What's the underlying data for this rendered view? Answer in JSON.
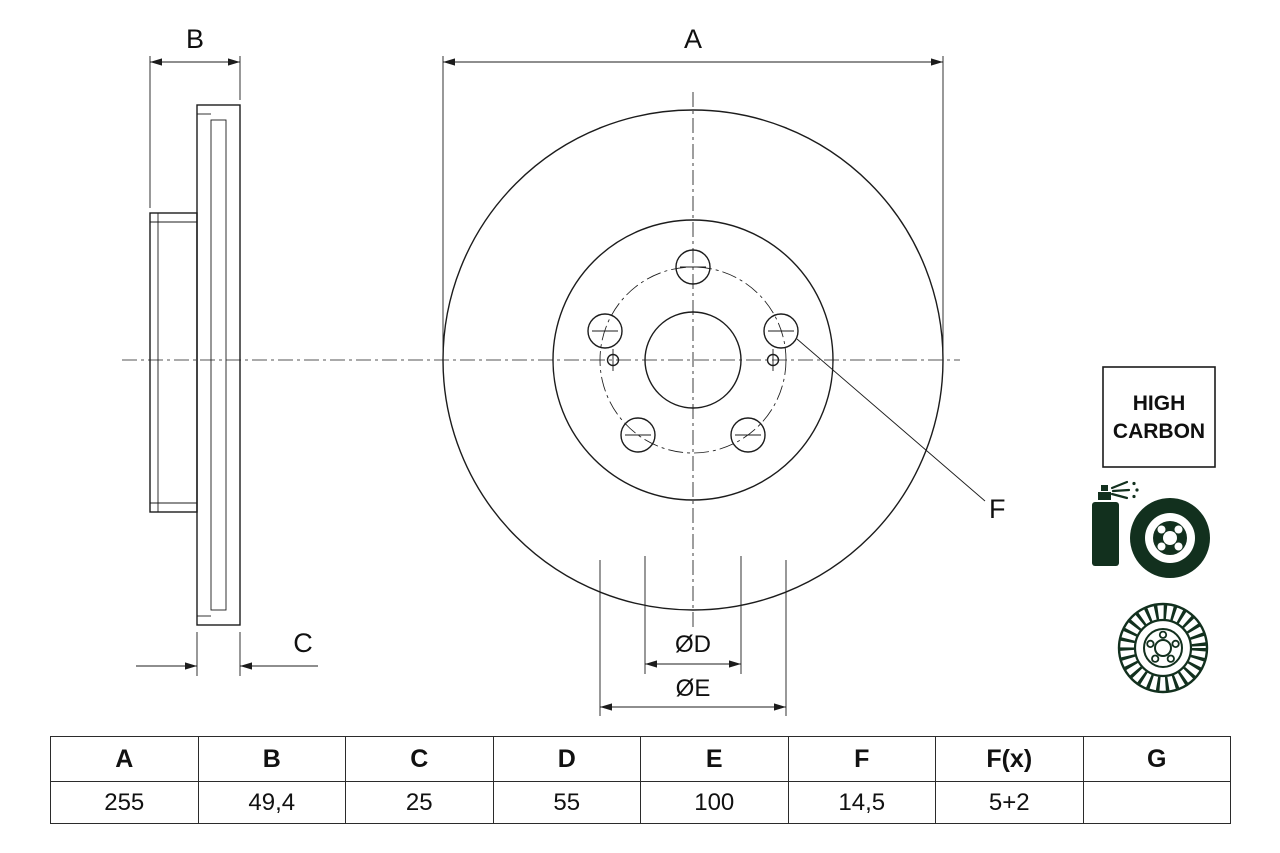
{
  "page": {
    "background": "#ffffff",
    "line_color": "#1c1c1c",
    "icon_color": "#12301e"
  },
  "drawing": {
    "labels": {
      "a": "A",
      "b": "B",
      "c": "C",
      "d": "ØD",
      "e": "ØE",
      "f": "F"
    },
    "badge": {
      "line1": "HIGH",
      "line2": "CARBON"
    }
  },
  "icons": [
    {
      "name": "spray-coating-icon"
    },
    {
      "name": "vented-disc-icon"
    }
  ],
  "table": {
    "headers": [
      "A",
      "B",
      "C",
      "D",
      "E",
      "F",
      "F(x)",
      "G"
    ],
    "values": [
      "255",
      "49,4",
      "25",
      "55",
      "100",
      "14,5",
      "5+2",
      ""
    ]
  }
}
